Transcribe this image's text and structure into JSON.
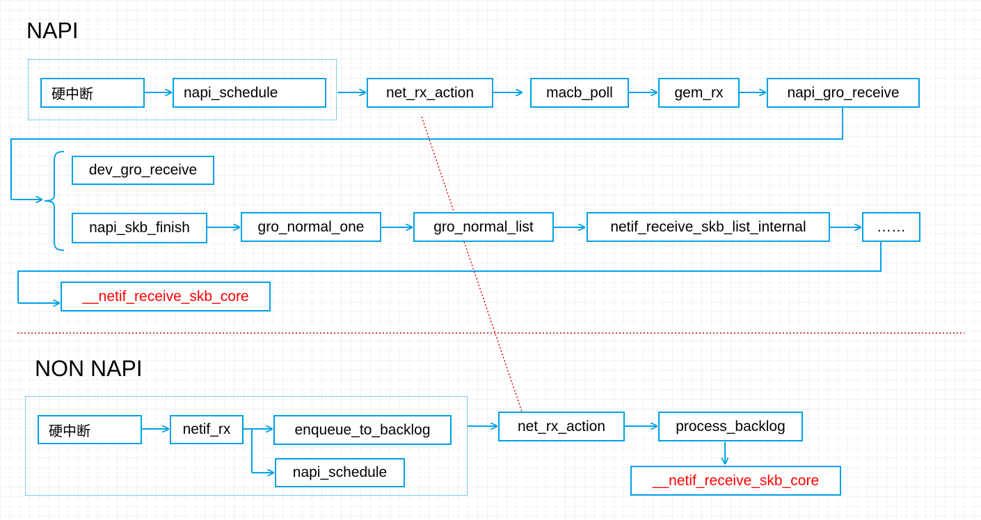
{
  "napi": {
    "heading": "NAPI",
    "nodes": {
      "hard_irq": "硬中断",
      "napi_schedule": "napi_schedule",
      "net_rx_action": "net_rx_action",
      "macb_poll": "macb_poll",
      "gem_rx": "gem_rx",
      "napi_gro_receive": "napi_gro_receive",
      "dev_gro_receive": "dev_gro_receive",
      "napi_skb_finish": "napi_skb_finish",
      "gro_normal_one": "gro_normal_one",
      "gro_normal_list": "gro_normal_list",
      "netif_receive_skb_list_internal": "netif_receive_skb_list_internal",
      "ellipsis": "……",
      "netif_receive_skb_core": "__netif_receive_skb_core"
    }
  },
  "non_napi": {
    "heading": "NON NAPI",
    "nodes": {
      "hard_irq": "硬中断",
      "netif_rx": "netif_rx",
      "enqueue_to_backlog": "enqueue_to_backlog",
      "napi_schedule": "napi_schedule",
      "net_rx_action": "net_rx_action",
      "process_backlog": "process_backlog",
      "netif_receive_skb_core": "__netif_receive_skb_core"
    }
  },
  "colors": {
    "box_border": "#00a0e6",
    "arrow": "#00a0e6",
    "highlight_text": "#ff0000",
    "separator": "#c00000"
  }
}
